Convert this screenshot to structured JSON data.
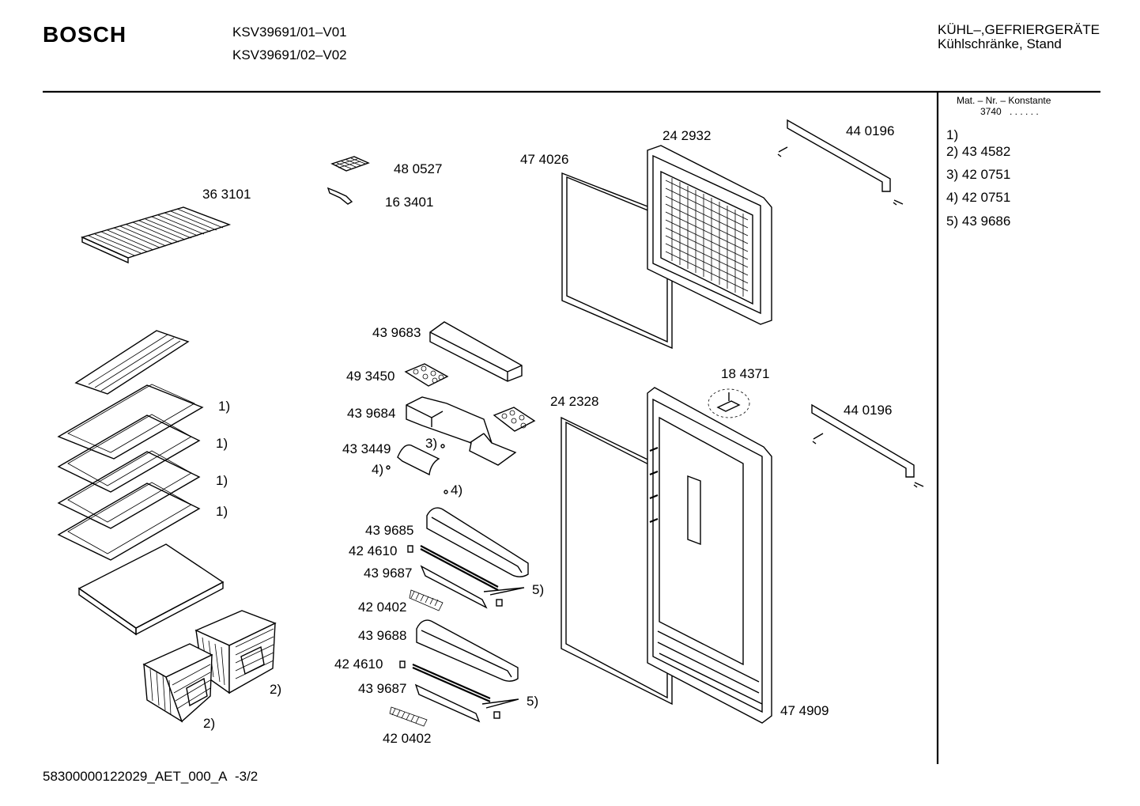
{
  "header": {
    "brand": "BOSCH",
    "models": [
      "KSV39691/01–V01",
      "KSV39691/02–V02"
    ],
    "category": [
      "KÜHL–,GEFRIERGERÄTE",
      "Kühlschränke, Stand"
    ]
  },
  "sidebar": {
    "heading": "Mat. – Nr. – Konstante",
    "constant": "3740",
    "constant_dots": ". .   . . . .",
    "items": [
      {
        "key": "1)",
        "value": ""
      },
      {
        "key": "2)",
        "value": "43 4582"
      },
      {
        "key": "3)",
        "value": "42 0751"
      },
      {
        "key": "4)",
        "value": "42 0751"
      },
      {
        "key": "5)",
        "value": "43 9686"
      }
    ]
  },
  "labels": {
    "p363101": "36 3101",
    "p480527": "48 0527",
    "p163401": "16 3401",
    "p474026": "47 4026",
    "p242932": "24 2932",
    "p440196a": "44 0196",
    "p439683": "43 9683",
    "p493450": "49 3450",
    "p439684": "43 9684",
    "p433449": "43 3449",
    "n3": "3)",
    "n4a": "4)",
    "n4b": "4)",
    "p439685": "43 9685",
    "p424610a": "42 4610",
    "p439687a": "43 9687",
    "p420402a": "42 0402",
    "n5a": "5)",
    "p439688": "43 9688",
    "p424610b": "42 4610",
    "p439687b": "43 9687",
    "p420402b": "42 0402",
    "n5b": "5)",
    "p242328": "24 2328",
    "p184371": "18 4371",
    "p440196b": "44 0196",
    "p474909": "47 4909",
    "s1a": "1)",
    "s1b": "1)",
    "s1c": "1)",
    "s1d": "1)",
    "s2a": "2)",
    "s2b": "2)"
  },
  "footer": {
    "doc_id": "58300000122029_AET_000_A",
    "page": "-3/2"
  }
}
